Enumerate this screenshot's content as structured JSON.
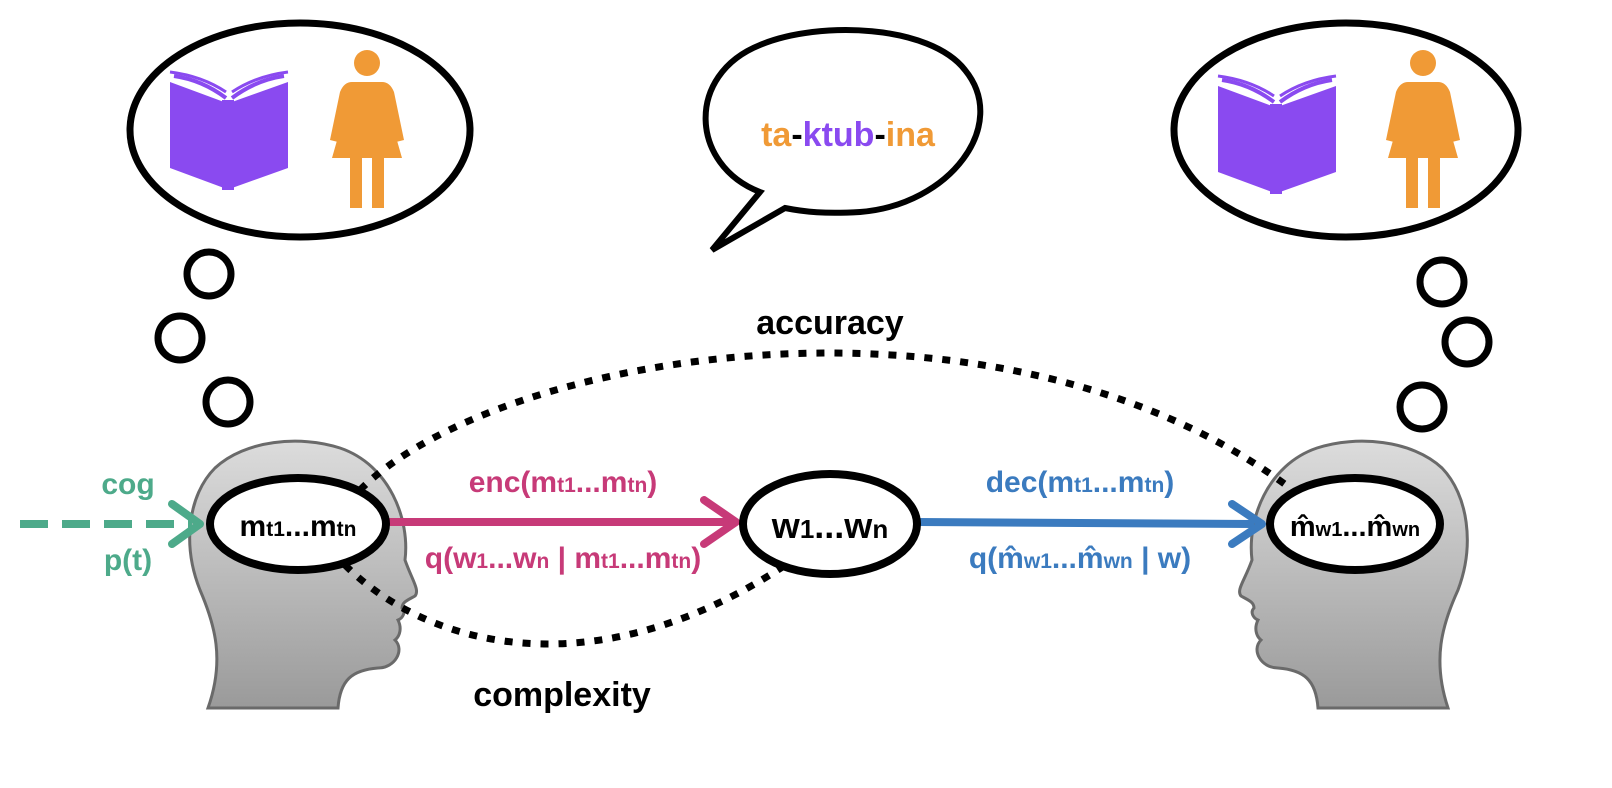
{
  "colors": {
    "green": "#4daa8a",
    "pink": "#c73a78",
    "blue": "#3b7bbf",
    "orange": "#f09a36",
    "purple": "#8a4af0",
    "black": "#000000",
    "head_fill_top": "#d9d9d9",
    "head_fill_bottom": "#9a9a9a"
  },
  "icons": {
    "book": "book-icon",
    "woman": "woman-icon",
    "head": "head-silhouette-icon"
  },
  "labels": {
    "cog": "cog",
    "pt": "p(t)",
    "accuracy": "accuracy",
    "complexity": "complexity"
  },
  "speech": {
    "prefix": "ta",
    "sep1": "-",
    "stem": "ktub",
    "sep2": "-",
    "suffix": "ina"
  },
  "speaker_node": {
    "m1": "m",
    "s1": "t1",
    "dots": "...",
    "m2": "m",
    "s2": "tn"
  },
  "word_node": {
    "w1": "w",
    "s1": "1",
    "dots": "...",
    "w2": "w",
    "s2": "n"
  },
  "listener_node": {
    "m1": "m̂",
    "s1": "w1",
    "dots": "...",
    "m2": "m̂",
    "s2": "wn"
  },
  "encoder": {
    "top_pre": "enc(m",
    "top_s1": "t1",
    "top_mid": "...m",
    "top_s2": "tn",
    "top_post": ")",
    "bot_pre": "q(w",
    "bot_s1": "1",
    "bot_mid": "...w",
    "bot_s2": "n",
    "bot_mid2": " | m",
    "bot_s3": "t1",
    "bot_mid3": "...m",
    "bot_s4": "tn",
    "bot_post": ")"
  },
  "decoder": {
    "top_pre": "dec(m",
    "top_s1": "t1",
    "top_mid": "...m",
    "top_s2": "tn",
    "top_post": ")",
    "bot_pre": "q(m̂",
    "bot_s1": "w1",
    "bot_mid": "...m̂",
    "bot_s2": "wn",
    "bot_post": " | w)"
  }
}
